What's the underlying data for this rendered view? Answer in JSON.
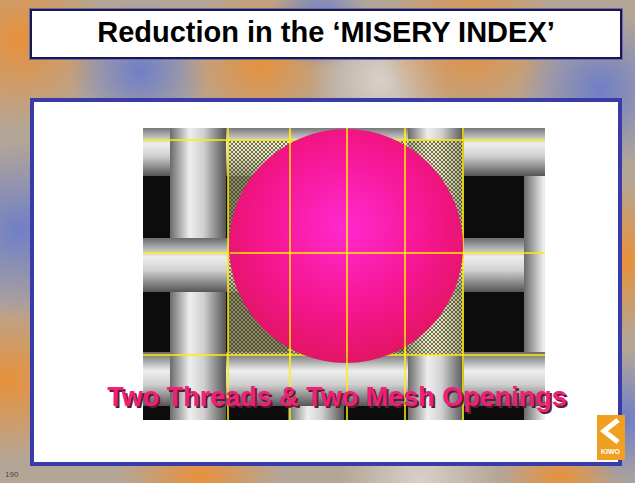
{
  "diagram": {
    "title": "Reduction in the ‘MISERY INDEX’",
    "labels": [
      "Two Threads & Two Mesh Openings",
      "KIWO",
      "190"
    ]
  }
}
